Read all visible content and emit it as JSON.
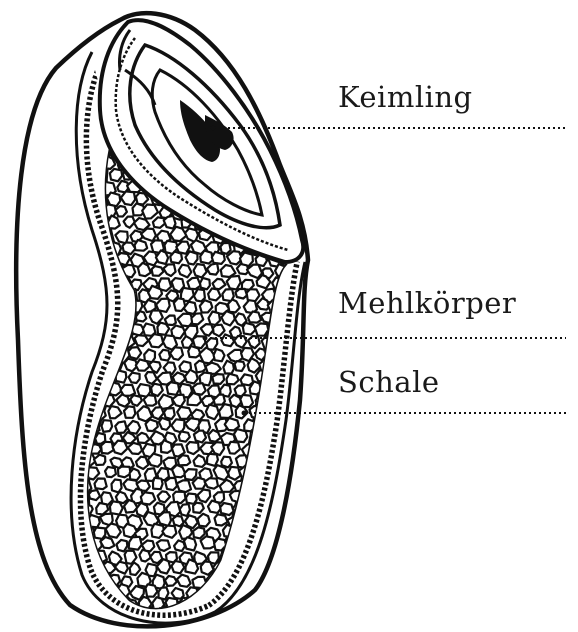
{
  "labels": {
    "embryo": "Keimling",
    "endosperm": "Mehlkörper",
    "husk": "Schale"
  },
  "colors": {
    "ink": "#111111",
    "background": "#ffffff"
  }
}
